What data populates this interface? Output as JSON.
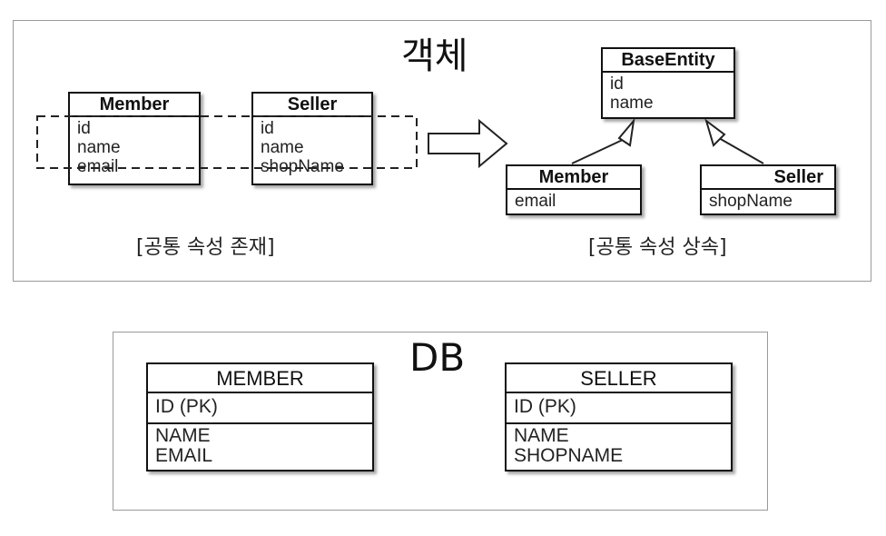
{
  "object_section": {
    "title": "객체",
    "left": {
      "classes": [
        {
          "name": "Member",
          "fields": [
            "id",
            "name",
            "email"
          ]
        },
        {
          "name": "Seller",
          "fields": [
            "id",
            "name",
            "shopName"
          ]
        }
      ],
      "caption": "[공통 속성 존재]"
    },
    "right": {
      "base": {
        "name": "BaseEntity",
        "fields": [
          "id",
          "name"
        ]
      },
      "children": [
        {
          "name": "Member",
          "fields": [
            "email"
          ]
        },
        {
          "name": "Seller",
          "fields": [
            "shopName"
          ]
        }
      ],
      "caption": "[공통 속성 상속]"
    }
  },
  "db_section": {
    "title": "DB",
    "tables": [
      {
        "name": "MEMBER",
        "pk": "ID (PK)",
        "columns": [
          "NAME",
          "EMAIL"
        ]
      },
      {
        "name": "SELLER",
        "pk": "ID (PK)",
        "columns": [
          "NAME",
          "SHOPNAME"
        ]
      }
    ]
  }
}
